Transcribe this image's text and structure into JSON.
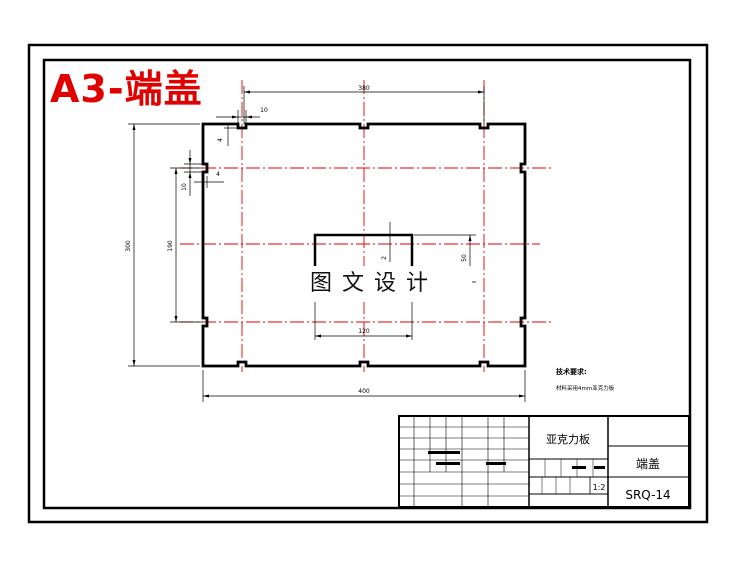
{
  "sheet_title": "A3-端盖",
  "watermark": "图文设计",
  "dimensions": {
    "top_width": "380",
    "bottom_width": "400",
    "left_height": "300",
    "inner_height": "190",
    "notch_width": "10",
    "notch_depth": "4",
    "side_notch_depth": "4",
    "side_notch_height": "10",
    "cutout_width": "120",
    "cutout_height": "50",
    "cutout_depth": "2"
  },
  "technical_notes": {
    "title": "技术要求:",
    "line1": "材料采用4mm亚克力板"
  },
  "title_block": {
    "material": "亚克力板",
    "part_name": "端盖",
    "scale": "1:2",
    "drawing_number": "SRQ-14"
  }
}
